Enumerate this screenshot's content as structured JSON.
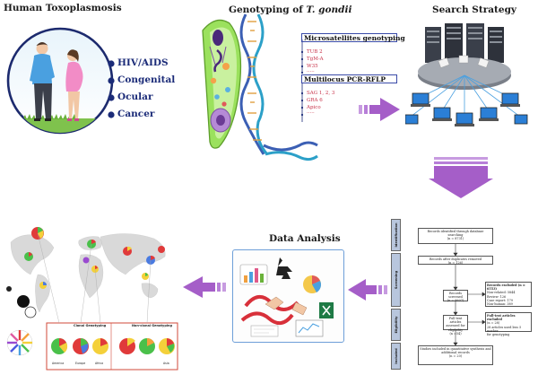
{
  "titles": {
    "human": "Human Toxoplasmosis",
    "genotyping_prefix": "Genotyping of ",
    "genotyping_species": "T. gondii",
    "search": "Search Strategy",
    "analysis": "Data Analysis"
  },
  "conditions": [
    "HIV/AIDS",
    "Congenital",
    "Ocular",
    "Cancer"
  ],
  "methods": {
    "microsatellites": {
      "label": "Microsatellites genotyping",
      "markers": [
        "TUB 2",
        "TgM-A",
        "W35",
        "....."
      ]
    },
    "pcr_rflp": {
      "label": "Multilocus PCR-RFLP",
      "markers": [
        "SAG 1, 2, 3",
        "GRA 6",
        "Apico",
        "....."
      ]
    }
  },
  "prisma": {
    "stages": [
      "Identification",
      "Screening",
      "Eligibility",
      "Included"
    ],
    "boxes": {
      "identified": [
        "Records identified through database searching",
        "(n = 8731)"
      ],
      "duplicates": [
        "Records after duplicates removed",
        "(n = 126)"
      ],
      "screened": [
        "Records screened",
        "(n = 6607)"
      ],
      "fulltext": [
        "Full-text articles",
        "assessed for eligibility",
        "(n =54)"
      ],
      "included": [
        "Studies included in quantitative synthesis and",
        "additional records",
        "(n = 20)"
      ]
    },
    "excluded_records": [
      "Records excluded (n = 6553)",
      "Non-related: 5844",
      "Review: 126",
      "Case report: 179",
      "Non-human: 389"
    ],
    "excluded_fulltext": [
      "Full-text articles excluded",
      "(n = 28)",
      "28 articles used less 5 marker",
      "for genotyping"
    ]
  },
  "map": {
    "panel_titles": [
      "Clonal Genotyping",
      "Non-clonal Genotyping"
    ],
    "regions": [
      "America",
      "Europe",
      "Africa",
      "Asia"
    ]
  },
  "colors": {
    "arrow": "#a55ec8",
    "condition_text": "#1b2b78",
    "marker_text": "#c8334a",
    "method_box": "#3a4ba8",
    "prisma_side": "#b8c6dd",
    "parasite_green": "#8fd34e"
  },
  "icons": [
    "couple-icon",
    "parasite-cell-icon",
    "dna-helix-icon",
    "server-network-icon",
    "computer-network-icon",
    "data-analysis-icon",
    "world-map-icon",
    "arrow-right-icon",
    "arrow-down-icon",
    "arrow-left-icon"
  ]
}
